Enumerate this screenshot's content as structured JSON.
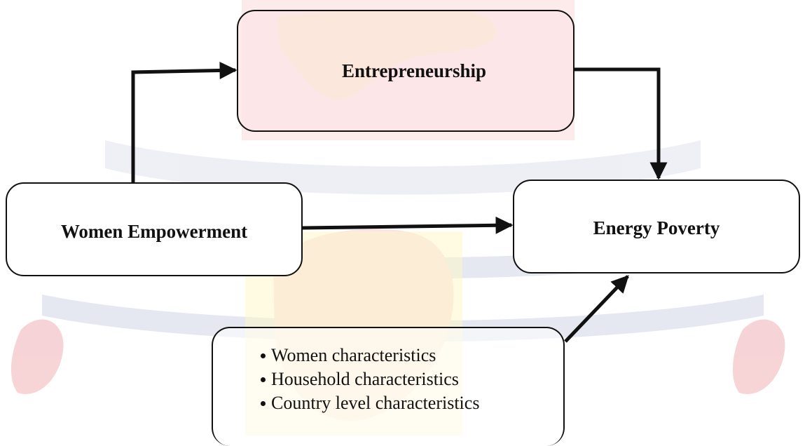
{
  "nodes": {
    "entrepreneurship": "Entrepreneurship",
    "women_empowerment": "Women Empowerment",
    "energy_poverty": "Energy Poverty"
  },
  "controls": {
    "items": [
      "Women characteristics",
      "Household characteristics",
      "Country level characteristics"
    ]
  },
  "colors": {
    "arrow": "#111111",
    "entrepreneurship_fill": "#fde4e6",
    "watermark_red": "#f4c7cc",
    "watermark_blue": "#d9dcea",
    "watermark_yellow": "#fbf3b3"
  }
}
